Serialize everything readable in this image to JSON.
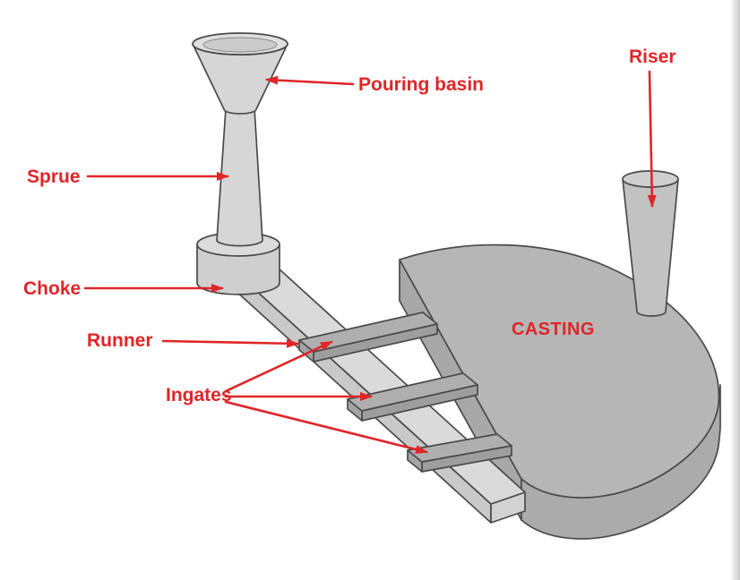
{
  "figure": {
    "subject": "Sand casting gating system diagram",
    "labels": {
      "pouring_basin": "Pouring basin",
      "riser": "Riser",
      "sprue": "Sprue",
      "choke": "Choke",
      "runner": "Runner",
      "ingates": "Ingates",
      "casting": "CASTING"
    },
    "colors": {
      "label_red": "#E02528",
      "arrow_red": "#E02528",
      "part_light_gray": "#D8D8D8",
      "part_side_gray": "#C9C9C9",
      "casting_top_gray": "#B6B6B6",
      "casting_side_gray": "#A8A8A8",
      "ingate_gray": "#AFAFAF",
      "outline": "#4A4A4A",
      "background": "#FFFFFF",
      "page_edge_gray": "#C8C8C8"
    }
  }
}
